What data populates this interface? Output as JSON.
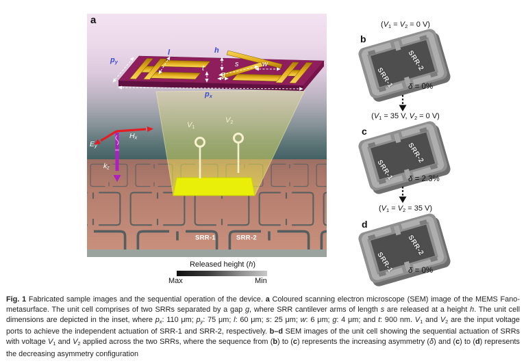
{
  "figure": {
    "caption": [
      {
        "t": "Fig. 1",
        "b": 1
      },
      {
        "t": " Fabricated sample images and the sequential operation of the device. "
      },
      {
        "t": "a",
        "b": 1
      },
      {
        "t": " Coloured scanning electron microscope (SEM) image of the MEMS Fano-metasurface. The unit cell comprises of two SRRs separated by a gap "
      },
      {
        "t": "g",
        "i": 1
      },
      {
        "t": ", where SRR cantilever arms of length "
      },
      {
        "t": "s",
        "i": 1
      },
      {
        "t": " are released at a height "
      },
      {
        "t": "h",
        "i": 1
      },
      {
        "t": ". The unit cell dimensions are depicted in the inset, where "
      },
      {
        "t": "p",
        "i": 1
      },
      {
        "t": "x",
        "i": 1,
        "sub": 1
      },
      {
        "t": ": 110 μm; "
      },
      {
        "t": "p",
        "i": 1
      },
      {
        "t": "y",
        "i": 1,
        "sub": 1
      },
      {
        "t": ": 75 μm; "
      },
      {
        "t": "l",
        "i": 1
      },
      {
        "t": ": 60 μm; "
      },
      {
        "t": "s",
        "i": 1
      },
      {
        "t": ": 25 μm; "
      },
      {
        "t": "w",
        "i": 1
      },
      {
        "t": ": 6 μm; "
      },
      {
        "t": "g",
        "i": 1
      },
      {
        "t": ": 4 μm; and "
      },
      {
        "t": "t",
        "i": 1
      },
      {
        "t": ": 900 nm. "
      },
      {
        "t": "V",
        "i": 1
      },
      {
        "t": "1",
        "sub": 1
      },
      {
        "t": " and "
      },
      {
        "t": "V",
        "i": 1
      },
      {
        "t": "2",
        "sub": 1
      },
      {
        "t": " are the input voltage ports to achieve the independent actuation of SRR-1 and SRR-2, respectively. "
      },
      {
        "t": "b–d",
        "b": 1
      },
      {
        "t": " SEM images of the unit cell showing the sequential actuation of SRRs with voltage "
      },
      {
        "t": "V",
        "i": 1
      },
      {
        "t": "1",
        "sub": 1
      },
      {
        "t": " and "
      },
      {
        "t": "V",
        "i": 1
      },
      {
        "t": "2",
        "sub": 1
      },
      {
        "t": " applied across the two SRRs, where the sequence from ("
      },
      {
        "t": "b",
        "b": 1
      },
      {
        "t": ") to ("
      },
      {
        "t": "c",
        "b": 1
      },
      {
        "t": ") represents the increasing asymmetry ("
      },
      {
        "t": "δ",
        "i": 1
      },
      {
        "t": ") and ("
      },
      {
        "t": "c",
        "b": 1
      },
      {
        "t": ") to ("
      },
      {
        "t": "d",
        "b": 1
      },
      {
        "t": ") represents the decreasing asymmetry configuration"
      }
    ]
  },
  "panel_a": {
    "label": "a",
    "dim_labels": {
      "py": [
        {
          "t": "p",
          "i": 1
        },
        {
          "t": "y",
          "i": 1,
          "sub": 1
        }
      ],
      "px": [
        {
          "t": "p",
          "i": 1
        },
        {
          "t": "x",
          "i": 1,
          "sub": 1
        }
      ],
      "l": [
        {
          "t": "l",
          "i": 1
        }
      ],
      "h": [
        {
          "t": "h",
          "i": 1
        }
      ],
      "t": [
        {
          "t": "t",
          "i": 1
        }
      ],
      "g": [
        {
          "t": "g",
          "i": 1
        }
      ],
      "s": [
        {
          "t": "s",
          "i": 1
        }
      ],
      "w": [
        {
          "t": "w",
          "i": 1
        }
      ]
    },
    "axis_labels": {
      "E": [
        {
          "t": "E",
          "i": 1
        },
        {
          "t": "y",
          "i": 1,
          "sub": 1
        }
      ],
      "H": [
        {
          "t": "H",
          "i": 1
        },
        {
          "t": "x",
          "i": 1,
          "sub": 1
        }
      ],
      "k": [
        {
          "t": "k",
          "i": 1
        },
        {
          "t": "z",
          "i": 1,
          "sub": 1
        }
      ]
    },
    "ports": {
      "v1": [
        {
          "t": "V",
          "i": 1
        },
        {
          "t": "1",
          "sub": 1
        }
      ],
      "v2": [
        {
          "t": "V",
          "i": 1
        },
        {
          "t": "2",
          "sub": 1
        }
      ]
    },
    "srr1": "SRR-1",
    "srr2": "SRR-2",
    "colorbar": {
      "title": [
        {
          "t": "Released height ("
        },
        {
          "t": "h",
          "i": 1
        },
        {
          "t": ")"
        }
      ],
      "max": "Max",
      "min": "Min"
    }
  },
  "panels": [
    {
      "label": "b",
      "voltage": [
        {
          "t": "("
        },
        {
          "t": "V",
          "i": 1
        },
        {
          "t": "1",
          "sub": 1
        },
        {
          "t": " = "
        },
        {
          "t": "V",
          "i": 1
        },
        {
          "t": "2",
          "sub": 1
        },
        {
          "t": " = 0 V)"
        }
      ],
      "delta": [
        {
          "t": "δ",
          "i": 1
        },
        {
          "t": " = 0%"
        }
      ],
      "srr1": "SRR-1",
      "srr2": "SRR-2"
    },
    {
      "label": "c",
      "voltage": [
        {
          "t": "("
        },
        {
          "t": "V",
          "i": 1
        },
        {
          "t": "1",
          "sub": 1
        },
        {
          "t": " = 35 V, "
        },
        {
          "t": "V",
          "i": 1
        },
        {
          "t": "2",
          "sub": 1
        },
        {
          "t": " = 0 V)"
        }
      ],
      "delta": [
        {
          "t": "δ",
          "i": 1
        },
        {
          "t": " = 2.3%"
        }
      ],
      "srr1": "SRR-1",
      "srr2": "SRR-2"
    },
    {
      "label": "d",
      "voltage": [
        {
          "t": "("
        },
        {
          "t": "V",
          "i": 1
        },
        {
          "t": "1",
          "sub": 1
        },
        {
          "t": " = "
        },
        {
          "t": "V",
          "i": 1
        },
        {
          "t": "2",
          "sub": 1
        },
        {
          "t": " = 35 V)"
        }
      ],
      "delta": [
        {
          "t": "δ",
          "i": 1
        },
        {
          "t": " = 0%"
        }
      ],
      "srr1": "SRR-1",
      "srr2": "SRR-2"
    }
  ],
  "colors": {
    "slab_maroon": "#8e1e5c",
    "gold": "#e9b823",
    "beam_yellow": "#f0ee3c",
    "bright_cell": "#eaef0a",
    "surface_salmon": "#c28774",
    "groove_gray": "#57605f",
    "teal_background": "#1d3a3b",
    "inset_pink_top": "#f3e3f1",
    "arrow_red": "#e51c24",
    "k_vector_purple": "#ae1fc0",
    "dim_label_blue": "#3a49d8",
    "port_cream": "#f6f2cd",
    "sem_chip_gray": "#8f8f8f",
    "sem_recess_gray": "#4e4e4e"
  }
}
